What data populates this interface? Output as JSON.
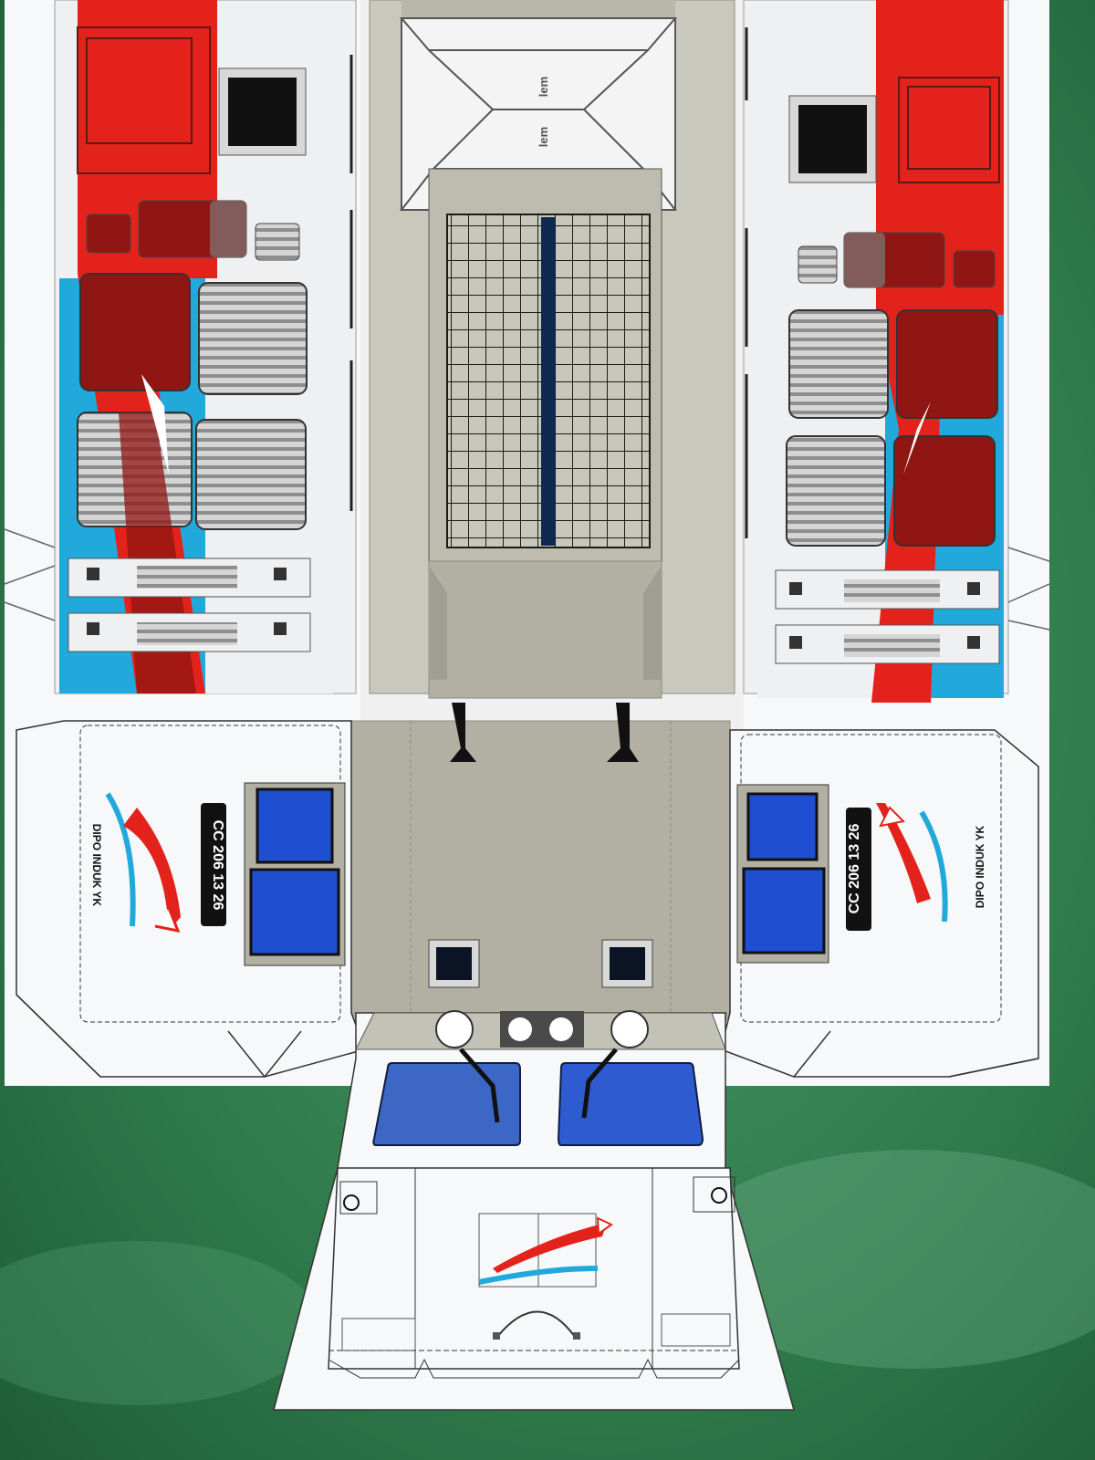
{
  "photo": {
    "loco_number_left": "CC 206 13 26",
    "loco_number_right": "CC 206 13 26",
    "depot_left": "DIPO INDUK YK",
    "depot_right": "DIPO INDUK YK",
    "roof_label_top": "lem",
    "roof_label_bottom": "lem"
  },
  "colors": {
    "mat_green": "#2f7a4a",
    "paper": "#f7f8fa",
    "livery_red": "#e3231b",
    "livery_cyan": "#22a9dc",
    "body_grey": "#b1b0a3",
    "window_blue": "#1f4fd0",
    "dark_navy": "#0c1a2c"
  }
}
